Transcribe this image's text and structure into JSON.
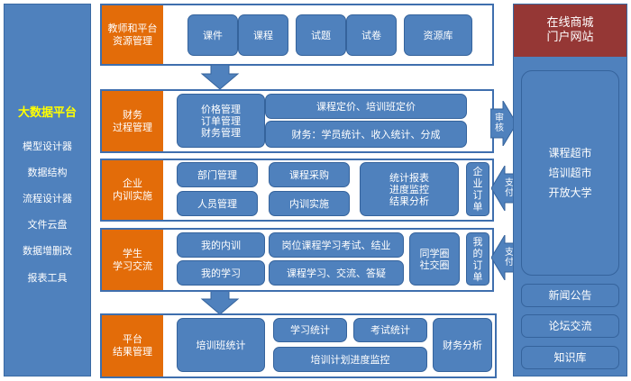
{
  "sidebar": {
    "title": "大数据平台",
    "items": [
      "模型设计器",
      "数据结构",
      "流程设计器",
      "文件云盘",
      "数据增删改",
      "报表工具"
    ]
  },
  "sections": {
    "teacher": {
      "label": "教师和平台\n资源管理",
      "buttons": [
        "课件",
        "课程",
        "试题",
        "试卷",
        "资源库"
      ]
    },
    "finance": {
      "label": "财务\n过程管理",
      "left_block": "价格管理\n订单管理\n财务管理",
      "pricing": "课程定价、培训班定价",
      "stats": "财务：学员统计、收入统计、分成"
    },
    "enterprise": {
      "label": "企业\n内训实施",
      "dept": "部门管理",
      "purchase": "课程采购",
      "staff": "人员管理",
      "training": "内训实施",
      "report": "统计报表\n进度监控\n结果分析",
      "order": "企\n业\n订\n单"
    },
    "student": {
      "label": "学生\n学习交流",
      "my_training": "我的内训",
      "exam": "岗位课程学习考试、结业",
      "my_study": "我的学习",
      "course_study": "课程学习、交流、答疑",
      "circle": "同学圈\n社交圈",
      "order": "我\n的\n订\n单"
    },
    "results": {
      "label": "平台\n结果管理",
      "class_stats": "培训班统计",
      "study_stats": "学习统计",
      "exam_stats": "考试统计",
      "progress": "培训计划进度监控",
      "finance_analysis": "财务分析"
    }
  },
  "arrows": {
    "review": "审\n核",
    "pay1": "支\n付",
    "pay2": "支\n付"
  },
  "mall": {
    "title": "在线商城\n门户网站",
    "main": "课程超市\n培训超市\n开放大学",
    "news": "新闻公告",
    "forum": "论坛交流",
    "knowledge": "知识库"
  },
  "colors": {
    "blue": "#4f81bd",
    "orange": "#e36c09",
    "dark_red": "#953735",
    "yellow": "#ffff00"
  }
}
